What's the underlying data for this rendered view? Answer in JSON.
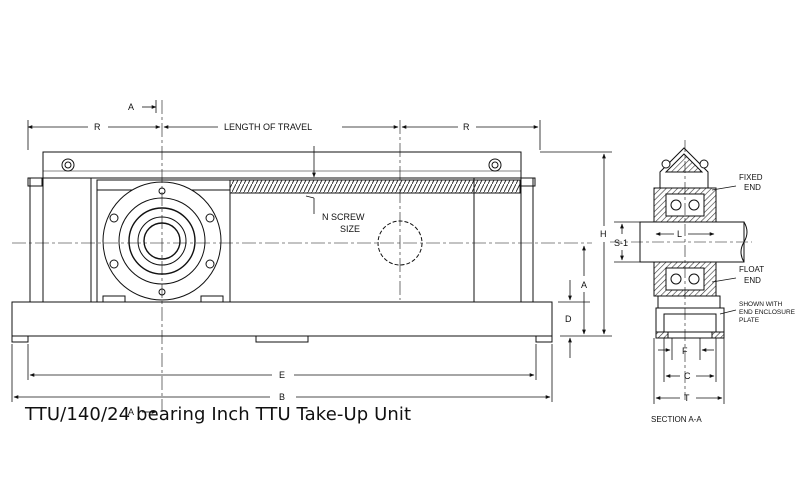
{
  "caption": "TTU/140/24 bearing Inch TTU Take-Up Unit",
  "labels": {
    "section_marker": "A",
    "section_marker_bottom": "A",
    "r_left": "R",
    "r_right": "R",
    "length_of_travel": "LENGTH OF TRAVEL",
    "screw_line1": "N  SCREW",
    "screw_line2": "SIZE",
    "h": "H",
    "s1": "S-1",
    "a_dim": "A",
    "d_dim": "D",
    "e_dim": "E",
    "b_dim": "B",
    "l_dim": "L",
    "f_dim": "F",
    "c_dim": "C",
    "t_dim": "T",
    "fixed_end_1": "FIXED",
    "fixed_end_2": "END",
    "float_end_1": "FLOAT",
    "float_end_2": "END",
    "shown_with_1": "SHOWN WITH",
    "shown_with_2": "END ENCLOSURE",
    "shown_with_3": "PLATE",
    "section_title": "SECTION A-A"
  }
}
